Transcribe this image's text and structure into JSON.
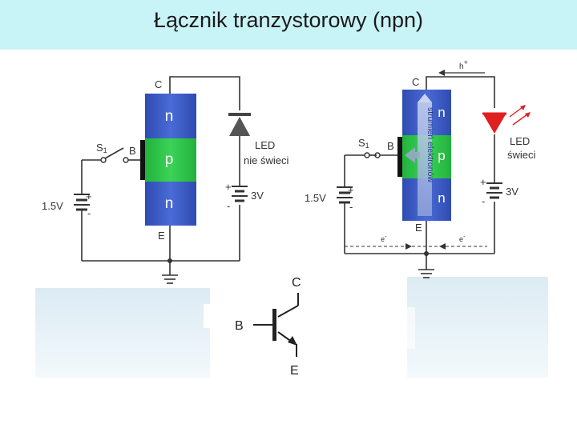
{
  "title": "Łącznik tranzystorowy (npn)",
  "left_circuit": {
    "collector": "C",
    "base": "B",
    "emitter": "E",
    "switch": "S",
    "switch_sub": "1",
    "layer_top": "n",
    "layer_middle": "p",
    "layer_bottom": "n",
    "battery_low": "1.5V",
    "battery_high": "3V",
    "plus": "+",
    "minus": "-",
    "led_label_1": "LED",
    "led_label_2": "nie świeci"
  },
  "right_circuit": {
    "collector": "C",
    "base": "B",
    "emitter": "E",
    "switch": "S",
    "switch_sub": "1",
    "layer_top": "n",
    "layer_middle": "p",
    "layer_bottom": "n",
    "battery_low": "1.5V",
    "battery_high": "3V",
    "plus": "+",
    "minus": "-",
    "led_label_1": "LED",
    "led_label_2": "świeci",
    "electron_flow": "strumień elektronów",
    "hole": "h",
    "hole_sign": "+",
    "electron_1": "e",
    "electron_2": "e",
    "electron_sign": "-"
  },
  "symbol": {
    "collector": "C",
    "base": "B",
    "emitter": "E"
  },
  "colors": {
    "n_layer": "#3d5cc4",
    "p_layer": "#2fc24a",
    "title_bg": "#c9f4f7",
    "led_off": "#555555",
    "led_on": "#e02020",
    "panel": "#e6f3f8"
  }
}
